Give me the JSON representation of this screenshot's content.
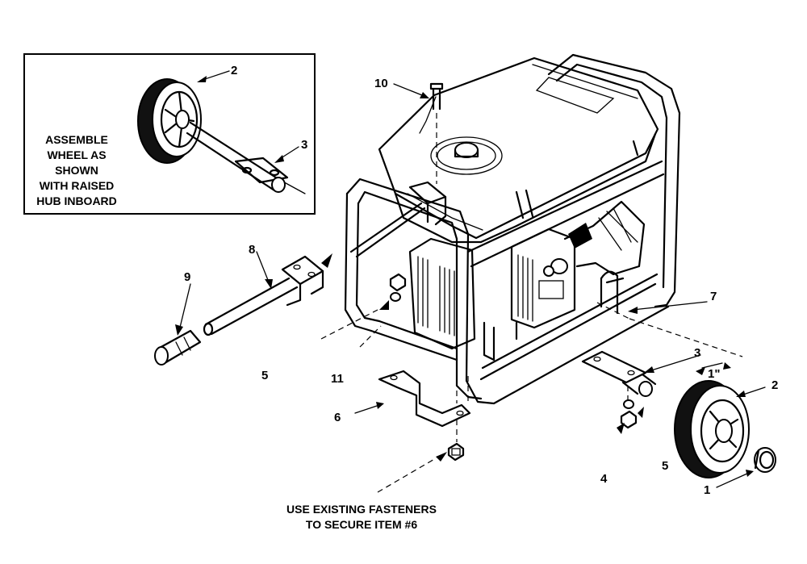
{
  "inset_note": [
    "ASSEMBLE",
    "WHEEL AS",
    "SHOWN",
    "WITH RAISED",
    "HUB INBOARD"
  ],
  "bottom_note": [
    "USE EXISTING FASTENERS",
    "TO SECURE ITEM #6"
  ],
  "dimension_text": "1\"",
  "callouts": [
    "2",
    "3",
    "10",
    "8",
    "9",
    "5",
    "11",
    "6",
    "7",
    "3",
    "2",
    "5",
    "4",
    "1"
  ]
}
